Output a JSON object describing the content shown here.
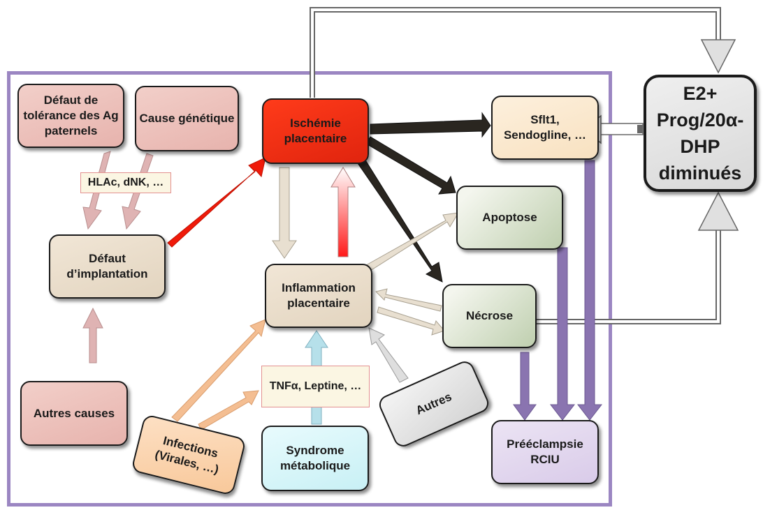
{
  "nodes": {
    "tolerance": "Défaut de tolérance des Ag paternels",
    "genetic": "Cause génétique",
    "hla_label": "HLAc, dNK, …",
    "implantation": "Défaut d’implantation",
    "other_causes": "Autres causes",
    "ischemia": "Ischémie placentaire",
    "inflammation": "Inflammation placentaire",
    "sflt": "Sflt1, Sendogline, …",
    "apoptosis": "Apoptose",
    "necrosis": "Nécrose",
    "hormones": "E2+ Prog/20α-DHP diminués",
    "tnf_label": "TNFα, Leptine, …",
    "infections": "Infections (Virales, …)",
    "metabolic": "Syndrome métabolique",
    "others": "Autres",
    "preeclampsia": "Prééclampsie RCIU"
  },
  "colors": {
    "frame": "#9b86c2",
    "ischemia": "#e0240e",
    "dark_arrow": "#2a2620",
    "purple_arrow": "#8a74b0",
    "pink_arrow": "#dfb3b3",
    "peach_arrow": "#f4be92",
    "cyan_arrow": "#b6e0ea"
  }
}
